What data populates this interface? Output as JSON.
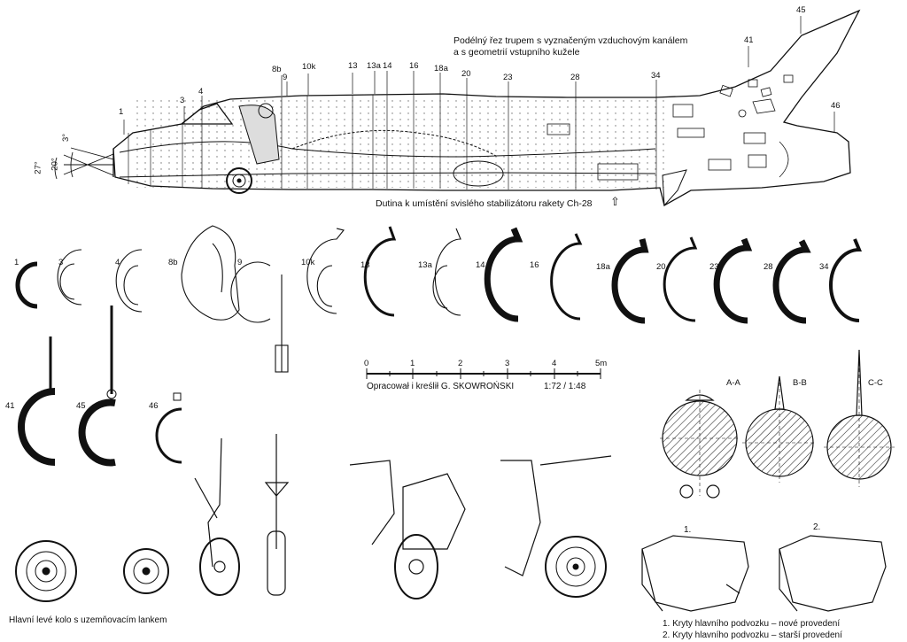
{
  "header": {
    "line1": "Podélný řez trupem s vyznačeným vzduchovým kanálem",
    "line2": "a s geometrií vstupního kužele"
  },
  "cavity_note": "Dutina k umístění svislého stabilizátoru rakety Ch-28",
  "cavity_arrow": "⇧",
  "station_labels": [
    "1",
    "3",
    "4",
    "8b",
    "9",
    "10k",
    "13",
    "13a",
    "14",
    "16",
    "18a",
    "20",
    "23",
    "28",
    "34",
    "41",
    "45",
    "46"
  ],
  "angles": [
    "3°",
    "20°",
    "27°"
  ],
  "cross_sections_row1": [
    "1",
    "3",
    "4",
    "8b",
    "9",
    "10k",
    "13",
    "13a",
    "14",
    "16",
    "18a",
    "20",
    "23",
    "28",
    "34"
  ],
  "cross_sections_row2": [
    "41",
    "45",
    "46"
  ],
  "scale_bar": {
    "ticks": [
      "0",
      "1",
      "2",
      "3",
      "4",
      "5m"
    ],
    "credit": "Opracował i kreślił  G. SKOWROŃSKI",
    "ratio": "1:72 / 1:48"
  },
  "missile_sections": [
    "A-A",
    "B-B",
    "C-C"
  ],
  "wheel_caption": "Hlavní levé kolo s uzemňovacím lankem",
  "cover_labels": [
    "1.",
    "2."
  ],
  "legend": [
    "1. Kryty hlavního podvozku – nové provedení",
    "2. Kryty hlavního podvozku – starší provedení"
  ]
}
